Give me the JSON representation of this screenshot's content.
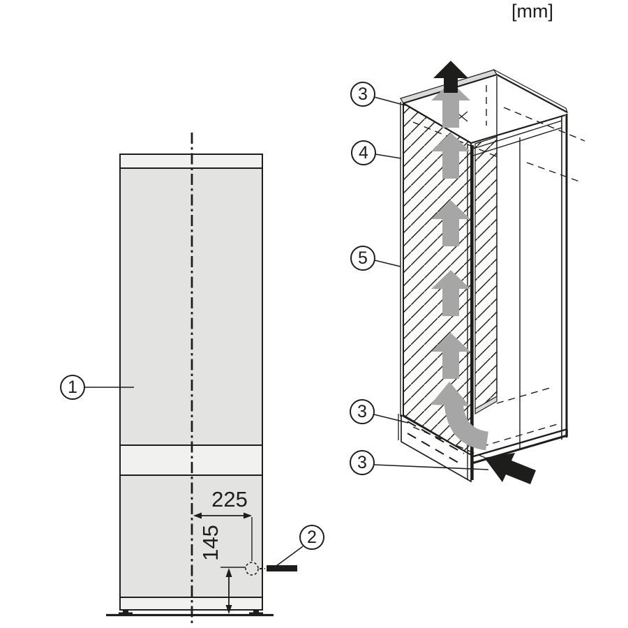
{
  "unit_label": "[mm]",
  "appliance_view": {
    "callout_appliance": "1",
    "callout_mains_connection": "2",
    "dim_horizontal": "225",
    "dim_vertical": "145"
  },
  "niche_view": {
    "callout_top_vent": "3",
    "callout_top_frame": "4",
    "callout_side_wall": "5",
    "callout_base_vent": "3",
    "callout_plinth_vent": "3"
  },
  "colors": {
    "line": "#1d1d1b",
    "door_fill": "#e3e3e1",
    "strip_fill": "#f1f1ef",
    "airflow_arrow_gray": "#a6a6a6",
    "cut_surface_gray": "#d9d9d9"
  }
}
